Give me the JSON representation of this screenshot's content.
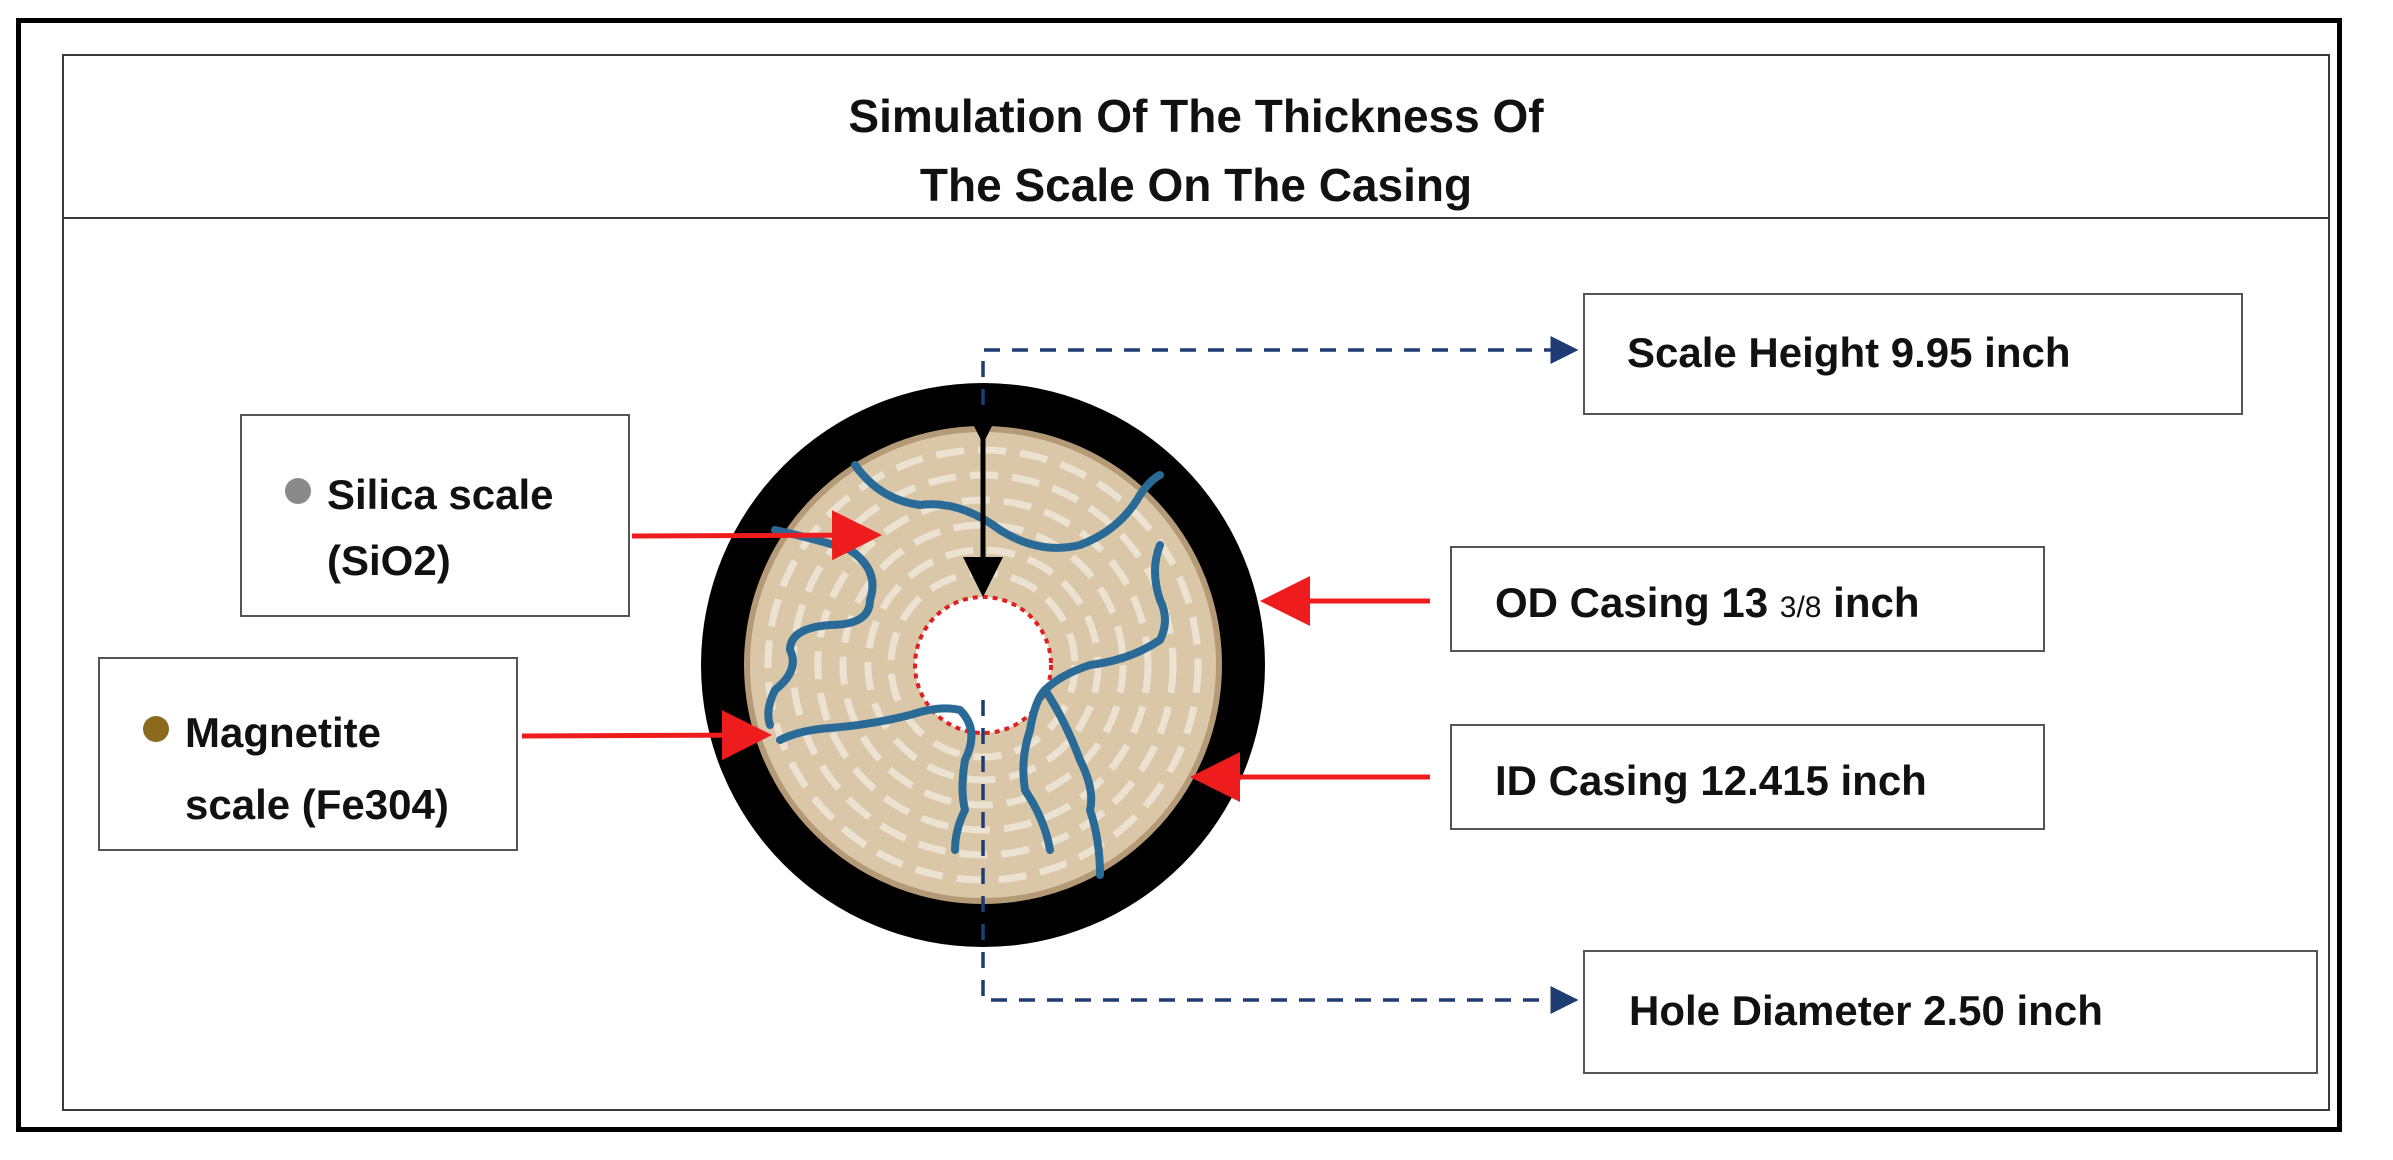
{
  "title": {
    "line1": "Simulation Of The Thickness Of",
    "line2": "The Scale On The Casing"
  },
  "labels": {
    "silica": {
      "line1": "Silica scale",
      "line2": "(SiO2)",
      "dot_color": "#8a8a8a"
    },
    "magnetite": {
      "line1": "Magnetite",
      "line2": "scale (Fe304)",
      "dot_color": "#8b6a1e"
    },
    "scale_height": "Scale Height 9.95 inch",
    "od_casing": {
      "prefix": "OD Casing 13 ",
      "fraction": "3/8",
      "suffix": " inch"
    },
    "id_casing": "ID Casing  12.415 inch",
    "hole_diameter": "Hole Diameter 2.50 inch"
  },
  "colors": {
    "casing": "#000000",
    "scale_fill": "#d9c7a8",
    "scale_rings": "#efe6d6",
    "crack_lines": "#2a6a96",
    "leader_arrows": "#ee1c1c",
    "dashed_connectors": "#1f3b73",
    "hole_outline": "#e02020"
  }
}
